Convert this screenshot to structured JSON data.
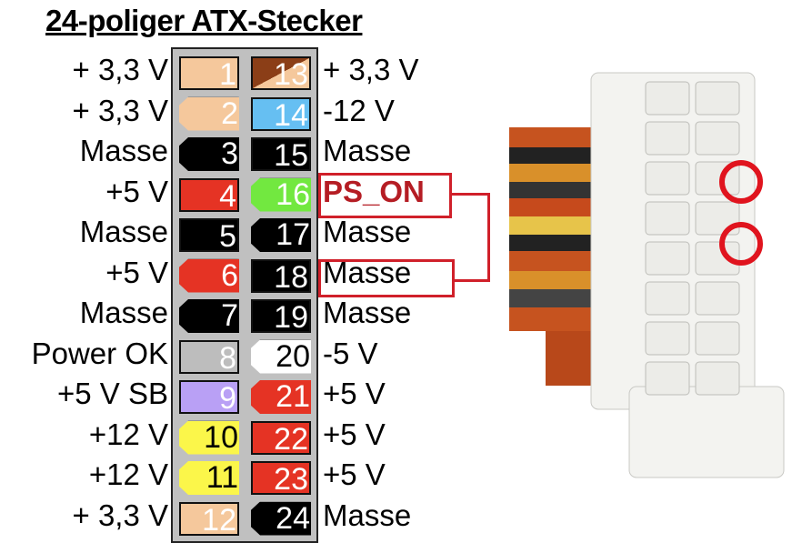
{
  "title": "24-poliger ATX-Stecker",
  "pins_left": [
    {
      "num": "1",
      "label": "+ 3,3 V",
      "color": "#f5c89c",
      "text": "#fff",
      "shape": "square"
    },
    {
      "num": "2",
      "label": "+ 3,3 V",
      "color": "#f5c89c",
      "text": "#fff",
      "shape": "chamfer"
    },
    {
      "num": "3",
      "label": "Masse",
      "color": "#000000",
      "text": "#fff",
      "shape": "chamfer"
    },
    {
      "num": "4",
      "label": "+5 V",
      "color": "#e53324",
      "text": "#fff",
      "shape": "square"
    },
    {
      "num": "5",
      "label": "Masse",
      "color": "#000000",
      "text": "#fff",
      "shape": "square"
    },
    {
      "num": "6",
      "label": "+5 V",
      "color": "#e53324",
      "text": "#fff",
      "shape": "chamfer"
    },
    {
      "num": "7",
      "label": "Masse",
      "color": "#000000",
      "text": "#fff",
      "shape": "chamfer"
    },
    {
      "num": "8",
      "label": "Power OK",
      "color": "#bdbdbd",
      "text": "#fff",
      "shape": "square"
    },
    {
      "num": "9",
      "label": "+5 V SB",
      "color": "#b9a0f5",
      "text": "#fff",
      "shape": "square"
    },
    {
      "num": "10",
      "label": "+12 V",
      "color": "#fbf64a",
      "text": "#000",
      "shape": "chamfer"
    },
    {
      "num": "11",
      "label": "+12 V",
      "color": "#fbf64a",
      "text": "#000",
      "shape": "chamfer"
    },
    {
      "num": "12",
      "label": "+ 3,3 V",
      "color": "#f5c89c",
      "text": "#fff",
      "shape": "square"
    }
  ],
  "pins_right": [
    {
      "num": "13",
      "label": "+ 3,3 V",
      "color": "#8b3e17",
      "text": "#fff",
      "shape": "diagonal"
    },
    {
      "num": "14",
      "label": "-12 V",
      "color": "#66bff2",
      "text": "#fff",
      "shape": "square"
    },
    {
      "num": "15",
      "label": "Masse",
      "color": "#000000",
      "text": "#fff",
      "shape": "square"
    },
    {
      "num": "16",
      "label": "PS_ON",
      "color": "#72e840",
      "text": "#fff",
      "shape": "chamfer"
    },
    {
      "num": "17",
      "label": "Masse",
      "color": "#000000",
      "text": "#fff",
      "shape": "chamfer"
    },
    {
      "num": "18",
      "label": "Masse",
      "color": "#000000",
      "text": "#fff",
      "shape": "square"
    },
    {
      "num": "19",
      "label": "Masse",
      "color": "#000000",
      "text": "#fff",
      "shape": "square"
    },
    {
      "num": "20",
      "label": "-5 V",
      "color": "#ffffff",
      "text": "#000",
      "shape": "chamfer"
    },
    {
      "num": "21",
      "label": "+5 V",
      "color": "#e53324",
      "text": "#fff",
      "shape": "chamfer"
    },
    {
      "num": "22",
      "label": "+5 V",
      "color": "#e53324",
      "text": "#fff",
      "shape": "square"
    },
    {
      "num": "23",
      "label": "+5 V",
      "color": "#e53324",
      "text": "#fff",
      "shape": "square"
    },
    {
      "num": "24",
      "label": "Masse",
      "color": "#000000",
      "text": "#fff",
      "shape": "chamfer"
    }
  ],
  "highlight_color": "#d0202a"
}
